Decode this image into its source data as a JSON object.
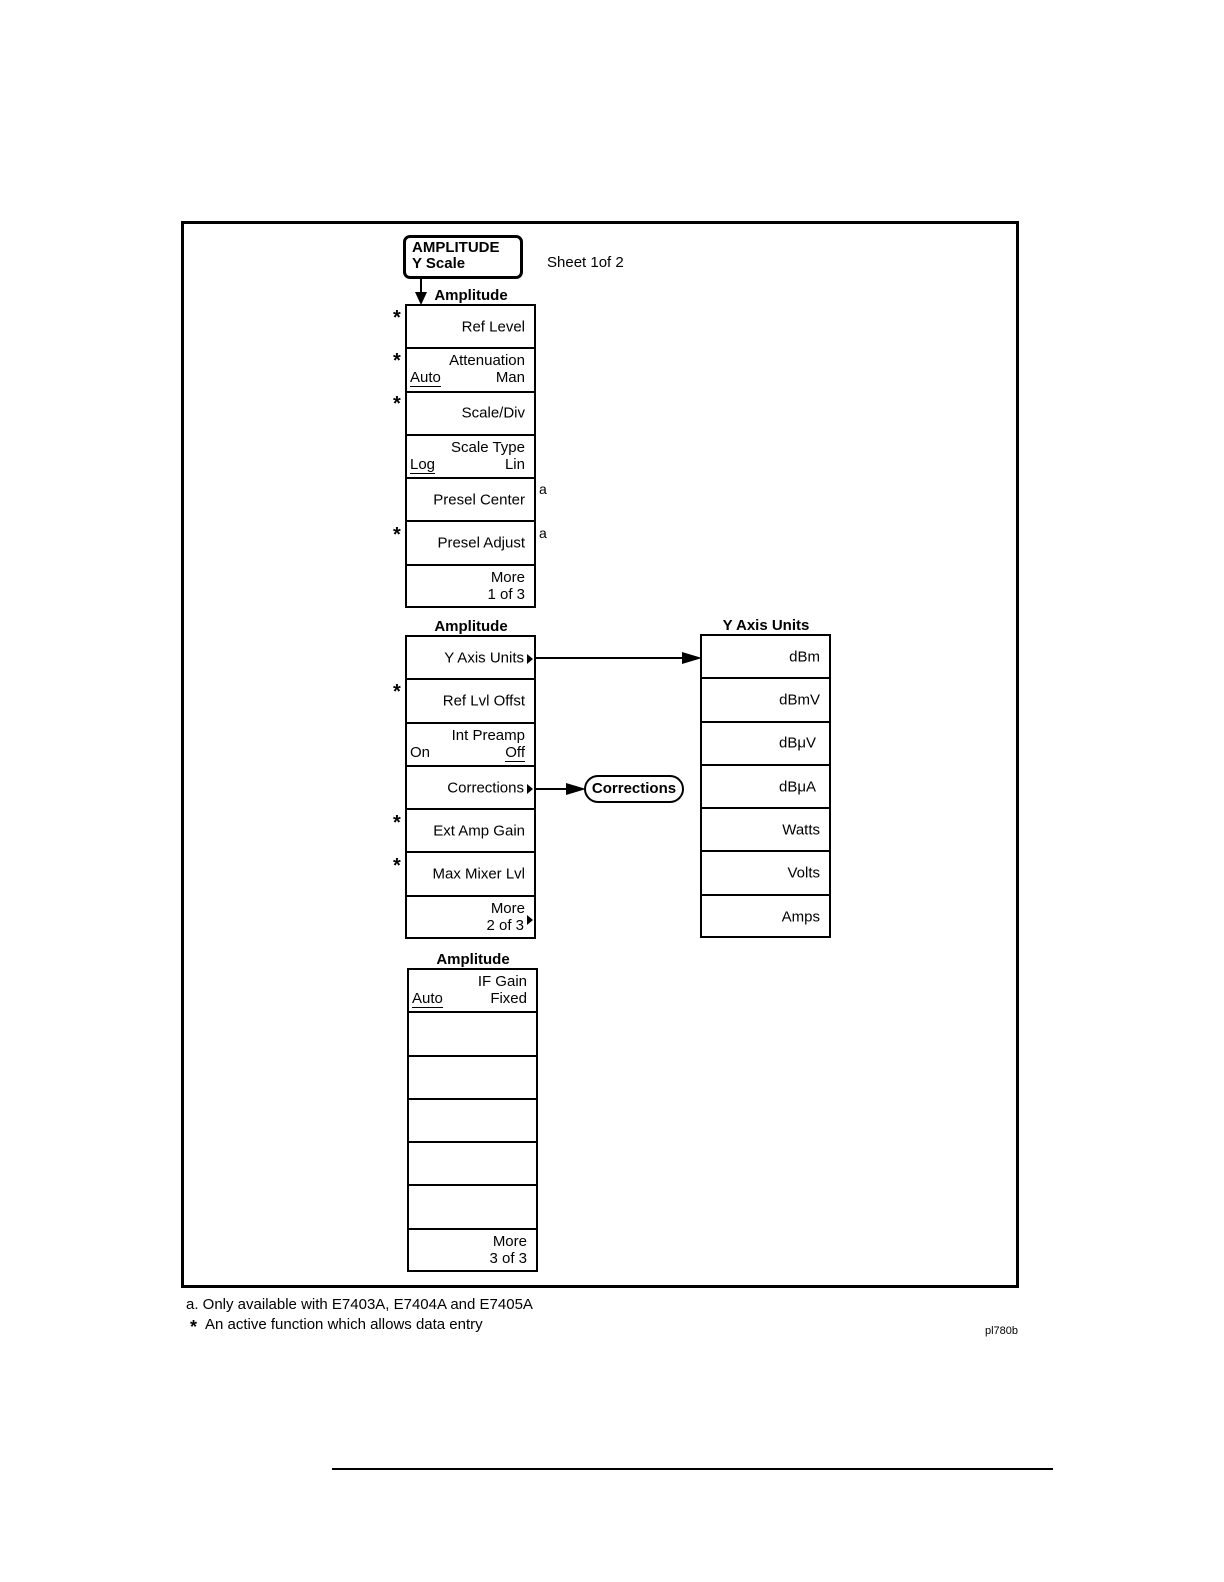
{
  "hardkey": {
    "line1": "AMPLITUDE",
    "line2": "Y Scale"
  },
  "sheet_label": "Sheet 1of 2",
  "menu1": {
    "title": "Amplitude",
    "keys": [
      {
        "label": "Ref Level",
        "star": "*"
      },
      {
        "label": "Attenuation",
        "left": "Auto",
        "right": "Man",
        "star": "*"
      },
      {
        "label": "Scale/Div",
        "star": "*"
      },
      {
        "label": "Scale Type",
        "left": "Log",
        "right": "Lin"
      },
      {
        "label": "Presel Center",
        "note": "a"
      },
      {
        "label": "Presel Adjust",
        "star": "*",
        "note": "a"
      },
      {
        "line1": "More",
        "line2": "1 of 3"
      }
    ]
  },
  "menu2": {
    "title": "Amplitude",
    "keys": [
      {
        "label": "Y Axis Units"
      },
      {
        "label": "Ref Lvl Offst",
        "star": "*"
      },
      {
        "label": "Int Preamp",
        "left": "On",
        "right": "Off"
      },
      {
        "label": "Corrections"
      },
      {
        "label": "Ext Amp Gain",
        "star": "*"
      },
      {
        "label": "Max Mixer Lvl",
        "star": "*"
      },
      {
        "line1": "More",
        "line2": "2 of 3"
      }
    ]
  },
  "menu3": {
    "title": "Amplitude",
    "keys": [
      {
        "label": "IF Gain",
        "left": "Auto",
        "right": "Fixed"
      },
      {
        "label": ""
      },
      {
        "label": ""
      },
      {
        "label": ""
      },
      {
        "label": ""
      },
      {
        "label": ""
      },
      {
        "line1": "More",
        "line2": "3 of 3"
      }
    ]
  },
  "menu_units": {
    "title": "Y Axis Units",
    "keys": [
      "dBm",
      "dBmV",
      "dBμV",
      "dBμA",
      "Watts",
      "Volts",
      "Amps"
    ]
  },
  "corrections_node": "Corrections",
  "footnotes": {
    "a": "a. Only available with E7403A, E7404A and E7405A",
    "star": "An active function which allows data entry",
    "star_symbol": "*"
  },
  "figure_id": "pl780b"
}
